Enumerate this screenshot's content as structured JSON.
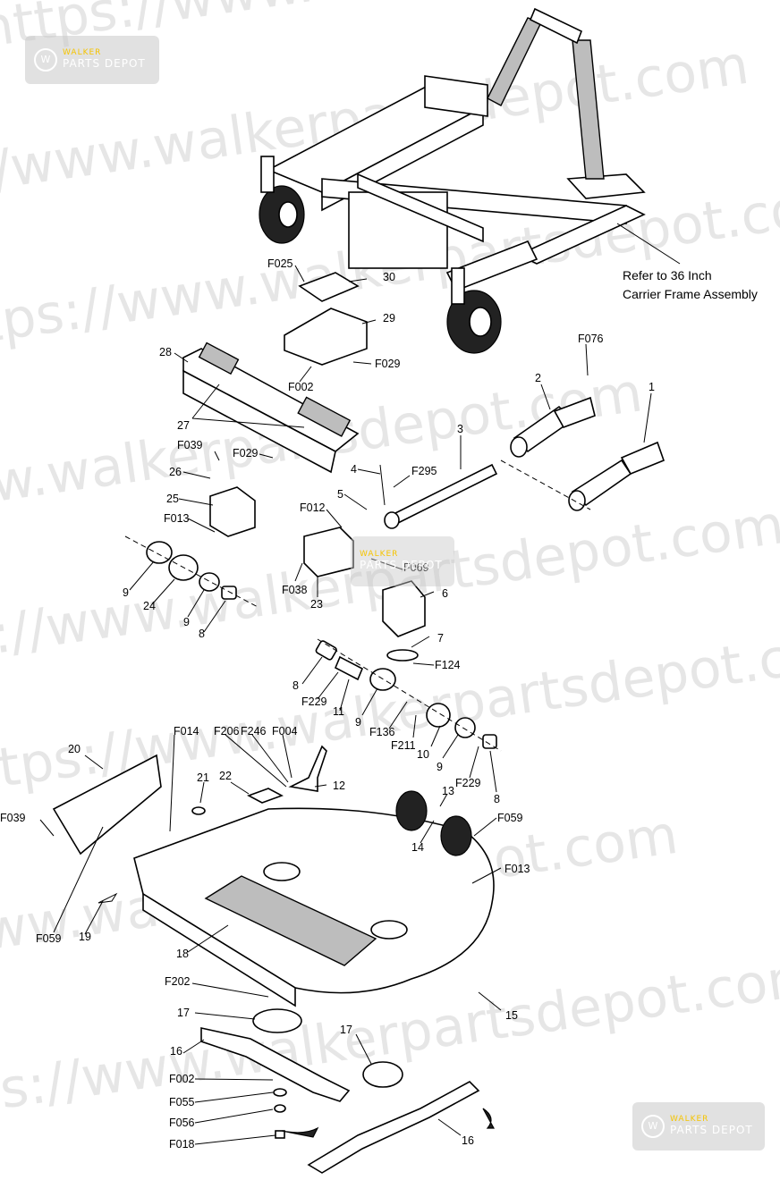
{
  "watermark": {
    "text": "https://www.walkerpartsdepot.com",
    "logo_brand": "WALKER",
    "logo_name": "PARTS DEPOT"
  },
  "note": {
    "line1": "Refer to 36 Inch",
    "line2": "Carrier Frame Assembly"
  },
  "callouts": [
    {
      "id": "c-1",
      "text": "1"
    },
    {
      "id": "c-2",
      "text": "2"
    },
    {
      "id": "c-3",
      "text": "3"
    },
    {
      "id": "c-4",
      "text": "4"
    },
    {
      "id": "c-5",
      "text": "5"
    },
    {
      "id": "c-6",
      "text": "6"
    },
    {
      "id": "c-7",
      "text": "7"
    },
    {
      "id": "c-8a",
      "text": "8"
    },
    {
      "id": "c-8b",
      "text": "8"
    },
    {
      "id": "c-8c",
      "text": "8"
    },
    {
      "id": "c-9a",
      "text": "9"
    },
    {
      "id": "c-9b",
      "text": "9"
    },
    {
      "id": "c-9c",
      "text": "9"
    },
    {
      "id": "c-9d",
      "text": "9"
    },
    {
      "id": "c-10",
      "text": "10"
    },
    {
      "id": "c-11",
      "text": "11"
    },
    {
      "id": "c-12",
      "text": "12"
    },
    {
      "id": "c-13",
      "text": "13"
    },
    {
      "id": "c-14",
      "text": "14"
    },
    {
      "id": "c-15",
      "text": "15"
    },
    {
      "id": "c-16a",
      "text": "16"
    },
    {
      "id": "c-16b",
      "text": "16"
    },
    {
      "id": "c-17a",
      "text": "17"
    },
    {
      "id": "c-17b",
      "text": "17"
    },
    {
      "id": "c-18",
      "text": "18"
    },
    {
      "id": "c-19",
      "text": "19"
    },
    {
      "id": "c-20",
      "text": "20"
    },
    {
      "id": "c-21",
      "text": "21"
    },
    {
      "id": "c-22",
      "text": "22"
    },
    {
      "id": "c-23",
      "text": "23"
    },
    {
      "id": "c-24",
      "text": "24"
    },
    {
      "id": "c-25",
      "text": "25"
    },
    {
      "id": "c-26",
      "text": "26"
    },
    {
      "id": "c-27",
      "text": "27"
    },
    {
      "id": "c-28",
      "text": "28"
    },
    {
      "id": "c-29",
      "text": "29"
    },
    {
      "id": "c-30",
      "text": "30"
    },
    {
      "id": "c-F002a",
      "text": "F002"
    },
    {
      "id": "c-F002b",
      "text": "F002"
    },
    {
      "id": "c-F004",
      "text": "F004"
    },
    {
      "id": "c-F012",
      "text": "F012"
    },
    {
      "id": "c-F013a",
      "text": "F013"
    },
    {
      "id": "c-F013b",
      "text": "F013"
    },
    {
      "id": "c-F014",
      "text": "F014"
    },
    {
      "id": "c-F018",
      "text": "F018"
    },
    {
      "id": "c-F025",
      "text": "F025"
    },
    {
      "id": "c-F029a",
      "text": "F029"
    },
    {
      "id": "c-F029b",
      "text": "F029"
    },
    {
      "id": "c-F038",
      "text": "F038"
    },
    {
      "id": "c-F039a",
      "text": "F039"
    },
    {
      "id": "c-F039b",
      "text": "F039"
    },
    {
      "id": "c-F055",
      "text": "F055"
    },
    {
      "id": "c-F056",
      "text": "F056"
    },
    {
      "id": "c-F059a",
      "text": "F059"
    },
    {
      "id": "c-F059b",
      "text": "F059"
    },
    {
      "id": "c-F069",
      "text": "F069"
    },
    {
      "id": "c-F076",
      "text": "F076"
    },
    {
      "id": "c-F124",
      "text": "F124"
    },
    {
      "id": "c-F136",
      "text": "F136"
    },
    {
      "id": "c-F202",
      "text": "F202"
    },
    {
      "id": "c-F206",
      "text": "F206"
    },
    {
      "id": "c-F211",
      "text": "F211"
    },
    {
      "id": "c-F229a",
      "text": "F229"
    },
    {
      "id": "c-F229b",
      "text": "F229"
    },
    {
      "id": "c-F246",
      "text": "F246"
    },
    {
      "id": "c-F295",
      "text": "F295"
    }
  ]
}
